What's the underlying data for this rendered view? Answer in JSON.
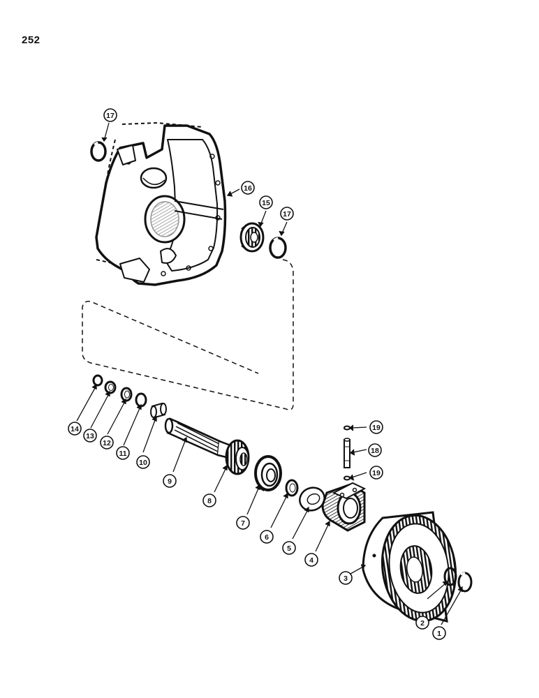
{
  "page": {
    "number": "252"
  },
  "callouts": [
    {
      "id": "1",
      "part": "snap-ring"
    },
    {
      "id": "2",
      "part": "snap-ring"
    },
    {
      "id": "3",
      "part": "ring-gear-hub"
    },
    {
      "id": "4",
      "part": "bearing-carrier"
    },
    {
      "id": "5",
      "part": "thrust-washer"
    },
    {
      "id": "6",
      "part": "snap-ring"
    },
    {
      "id": "7",
      "part": "ball-bearing"
    },
    {
      "id": "8",
      "part": "spur-gear"
    },
    {
      "id": "9",
      "part": "splined-shaft"
    },
    {
      "id": "10",
      "part": "bushing"
    },
    {
      "id": "11",
      "part": "snap-ring"
    },
    {
      "id": "12",
      "part": "washer"
    },
    {
      "id": "13",
      "part": "washer"
    },
    {
      "id": "14",
      "part": "snap-ring"
    },
    {
      "id": "15",
      "part": "bearing"
    },
    {
      "id": "16",
      "part": "housing"
    },
    {
      "id": "17",
      "part": "snap-ring"
    },
    {
      "id": "18",
      "part": "pin"
    },
    {
      "id": "19",
      "part": "o-ring"
    }
  ]
}
